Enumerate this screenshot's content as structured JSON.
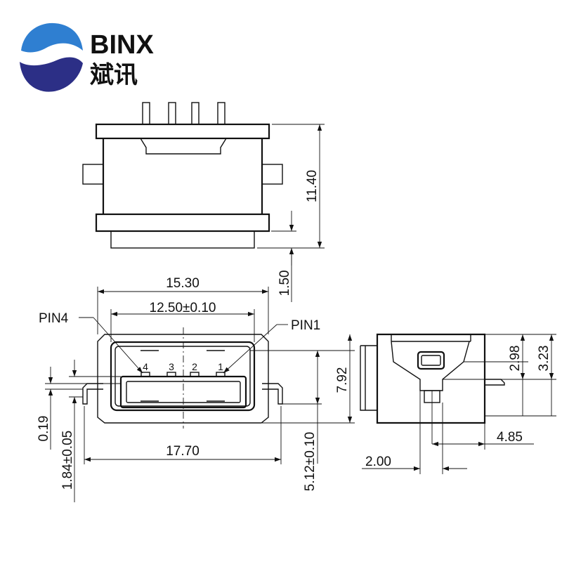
{
  "logo": {
    "brand_en": "BINX",
    "brand_cn": "斌讯",
    "colors": {
      "blue": "#2f7fd1",
      "navy": "#2c2f86"
    }
  },
  "dimensions": {
    "height": "11.40",
    "pin_offset": "1.50",
    "body_width": "15.30",
    "opening_width": "12.50±0.10",
    "opening_height": "7.92",
    "footprint_width": "17.70",
    "standoff": "0.19",
    "tail_height": "1.84±0.05",
    "tail_offset": "5.12±0.10",
    "side_a": "2.98",
    "side_b": "3.23",
    "side_depth": "4.85",
    "side_tail": "2.00"
  },
  "pins": {
    "pin4_label": "PIN4",
    "pin1_label": "PIN1",
    "numbers": [
      "4",
      "3",
      "2",
      "1"
    ]
  }
}
